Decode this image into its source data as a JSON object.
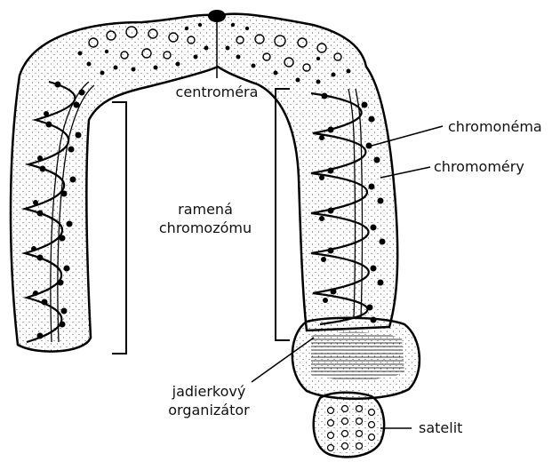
{
  "labels": {
    "centromere": "centroméra",
    "chromonema": "chromonéma",
    "chromomeres": "chromoméry",
    "arms_line1": "ramená",
    "arms_line2": "chromozómu",
    "nucleolar_line1": "jadierkový",
    "nucleolar_line2": "organizátor",
    "satellite": "satelit"
  }
}
